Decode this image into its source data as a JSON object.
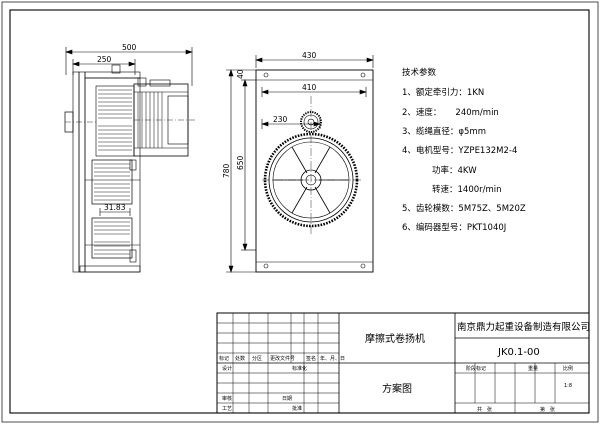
{
  "front_view": {
    "dim_width_total": "500",
    "dim_width_partial": "250",
    "label_31_83": "31.83"
  },
  "side_view": {
    "dim_width_total": "430",
    "dim_width_410": "410",
    "dim_width_230": "230",
    "dim_height_total": "780",
    "dim_height_650": "650",
    "dim_height_40": "40"
  },
  "spec": {
    "heading": "技术参数",
    "items": [
      {
        "label": "1、额定牵引力：",
        "value": "1KN"
      },
      {
        "label": "2、速度：",
        "value": "240m/min"
      },
      {
        "label": "3、缆绳直径：",
        "value": "φ5mm"
      },
      {
        "label": "4、电机型号：",
        "value": "YZPE132M2-4"
      },
      {
        "label": "功率：",
        "value": "4KW"
      },
      {
        "label": "转速：",
        "value": "1400r/min"
      },
      {
        "label": "5、齿轮模数：",
        "value": "5M75Z、5M20Z"
      },
      {
        "label": "6、编码器型号：",
        "value": "PKT1040J"
      }
    ]
  },
  "title_block": {
    "drawing_name": "摩擦式卷扬机",
    "drawing_type": "方案图",
    "company": "南京鼎力起重设备制造有限公司",
    "drawing_no": "JK0.1-00",
    "rev_headers": [
      "标记",
      "处数",
      "分区",
      "更改文件号",
      "签名",
      "年、月、日"
    ],
    "designer_label": "设计",
    "standardize_label": "标准化",
    "review_label": "审核",
    "process_label": "工艺",
    "approve_label": "批准",
    "date_label": "日期",
    "stage_label": "阶段标记",
    "weight_label": "重量",
    "scale_label": "比例",
    "scale_value": "1:8",
    "sheets_label": "共　张",
    "sheet_no_label": "第　张"
  }
}
